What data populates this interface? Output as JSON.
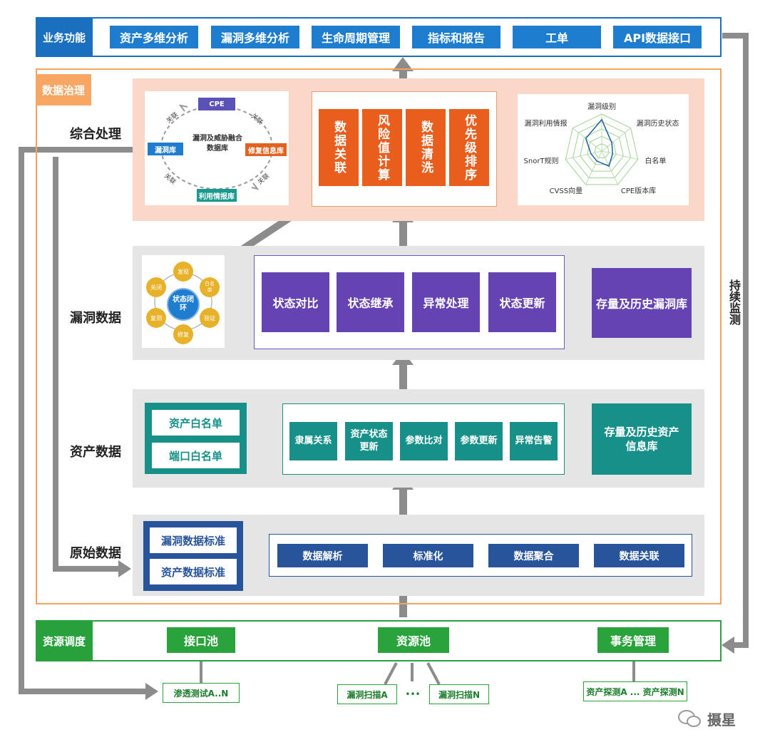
{
  "business": {
    "title": "业务功能",
    "items": [
      "资产多维分析",
      "漏洞多维分析",
      "生命周期管理",
      "指标和报告",
      "工单",
      "API数据接口"
    ]
  },
  "governance": {
    "title": "数据治理",
    "monitor_label": "持续监测"
  },
  "integrated": {
    "label": "综合处理",
    "ring": {
      "center": "漏洞及威胁融合数据库",
      "nodes": [
        "CPE",
        "修复信息库",
        "利用情报库",
        "漏洞库"
      ],
      "link_label": "关联"
    },
    "process": [
      "数据关联",
      "风险值计算",
      "数据清洗",
      "优先级排序"
    ],
    "radar": {
      "axes": [
        "漏洞级别",
        "漏洞历史状态",
        "白名单",
        "CPE版本库",
        "CVSS向量",
        "SnorT规则",
        "漏洞利用情报"
      ],
      "values": [
        0.85,
        0.35,
        0.3,
        0.45,
        0.3,
        0.3,
        0.55
      ]
    }
  },
  "vuln": {
    "label": "漏洞数据",
    "cycle": {
      "center": "状态闭环",
      "nodes": [
        "发现",
        "白名单",
        "验证",
        "修复",
        "复测",
        "关闭"
      ]
    },
    "steps": [
      "状态对比",
      "状态继承",
      "异常处理",
      "状态更新"
    ],
    "store": "存量及历史漏洞库"
  },
  "asset": {
    "label": "资产数据",
    "lists": [
      "资产白名单",
      "端口白名单"
    ],
    "steps": [
      "隶属关系",
      "资产状态更新",
      "参数比对",
      "参数更新",
      "异常告警"
    ],
    "store": "存量及历史资产信息库"
  },
  "raw": {
    "label": "原始数据",
    "standards": [
      "漏洞数据标准",
      "资产数据标准"
    ],
    "steps": [
      "数据解析",
      "标准化",
      "数据聚合",
      "数据关联"
    ]
  },
  "resource": {
    "title": "资源调度",
    "items": [
      "接口池",
      "资源池",
      "事务管理"
    ],
    "subs": {
      "pentest": "渗透测试A..N",
      "scanA": "漏洞扫描A",
      "dots": "•••",
      "scanN": "漏洞扫描N",
      "probe": "资产探测A ... 资产探测N"
    }
  },
  "watermark": "摄星",
  "colors": {
    "business_blue": "#1f7dd0",
    "governance_orange": "#f7a663",
    "process_orange": "#ea5e1d",
    "vuln_purple": "#6543b3",
    "asset_teal": "#179089",
    "raw_navy": "#27549a",
    "resource_green": "#2aa33c"
  }
}
